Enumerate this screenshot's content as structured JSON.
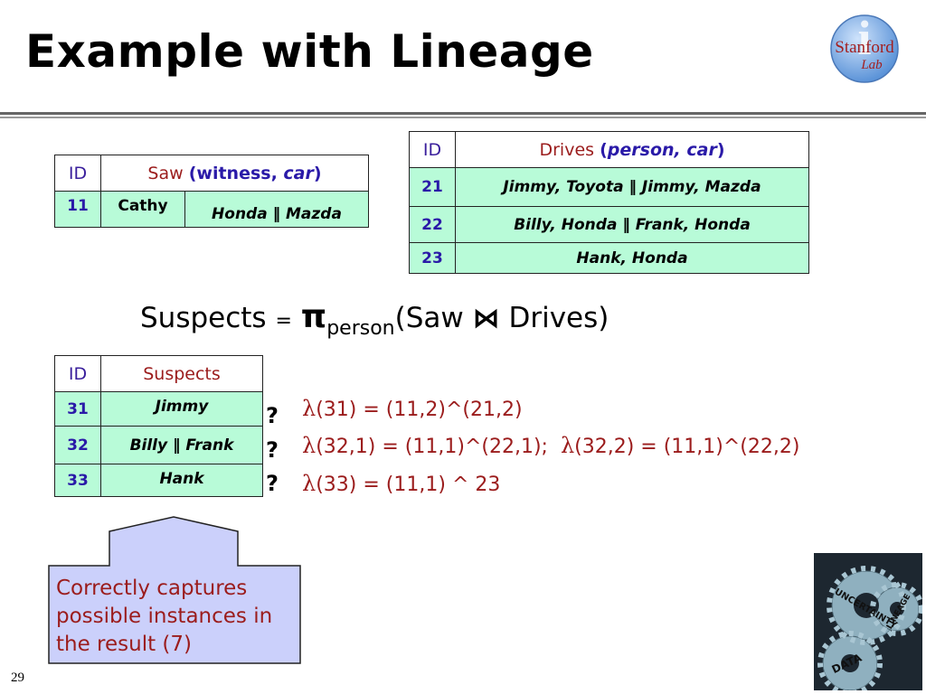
{
  "title": "Example with Lineage",
  "logo": {
    "brand": "Stanford",
    "sub": "Lab",
    "initial": "i"
  },
  "saw": {
    "id_header": "ID",
    "rel_name": "Saw",
    "attrs_pre": "(witness, ",
    "attrs_em": "car",
    "attrs_post": ")",
    "rows": [
      {
        "id": "11",
        "witness": "Cathy",
        "car": "Honda ‖ Mazda"
      }
    ]
  },
  "drives": {
    "id_header": "ID",
    "rel_name": "Drives",
    "attrs_pre": "(",
    "attrs_em": "person, car",
    "attrs_post": ")",
    "rows": [
      {
        "id": "21",
        "value": "Jimmy, Toyota ‖ Jimmy, Mazda"
      },
      {
        "id": "22",
        "value": "Billy, Honda ‖ Frank, Honda"
      },
      {
        "id": "23",
        "value": "Hank, Honda"
      }
    ]
  },
  "formula": {
    "lhs": "Suspects",
    "eq": "=",
    "pi": "π",
    "sub": "person",
    "open": "(Saw",
    "join": "⋈",
    "close": "Drives)"
  },
  "suspects": {
    "id_header": "ID",
    "rel_name": "Suspects",
    "rows": [
      {
        "id": "31",
        "value": "Jimmy"
      },
      {
        "id": "32",
        "value": "Billy ‖ Frank"
      },
      {
        "id": "33",
        "value": "Hank"
      }
    ]
  },
  "qmarks": [
    "?",
    "?",
    "?"
  ],
  "lineage": {
    "lambda": "λ",
    "line1": "(31) = (11,2)^(21,2)",
    "line2a": "(32,1) = (11,1)^(22,1);",
    "line2b": "(32,2) = (11,1)^(22,2)",
    "line3": "(33) = (11,1) ^ 23"
  },
  "callout": "Correctly captures possible instances in the result (7)",
  "gears": {
    "words": [
      "UNCERTAINTY",
      "LINEAGE",
      "DATA"
    ]
  },
  "page_number": "29",
  "colors": {
    "cell_bg": "#b8fbd8",
    "accent_red": "#9b1c1c",
    "accent_blue": "#2a1aa8",
    "callout_bg": "#cbd0fb",
    "logo_blue": "#6fa6e6"
  }
}
